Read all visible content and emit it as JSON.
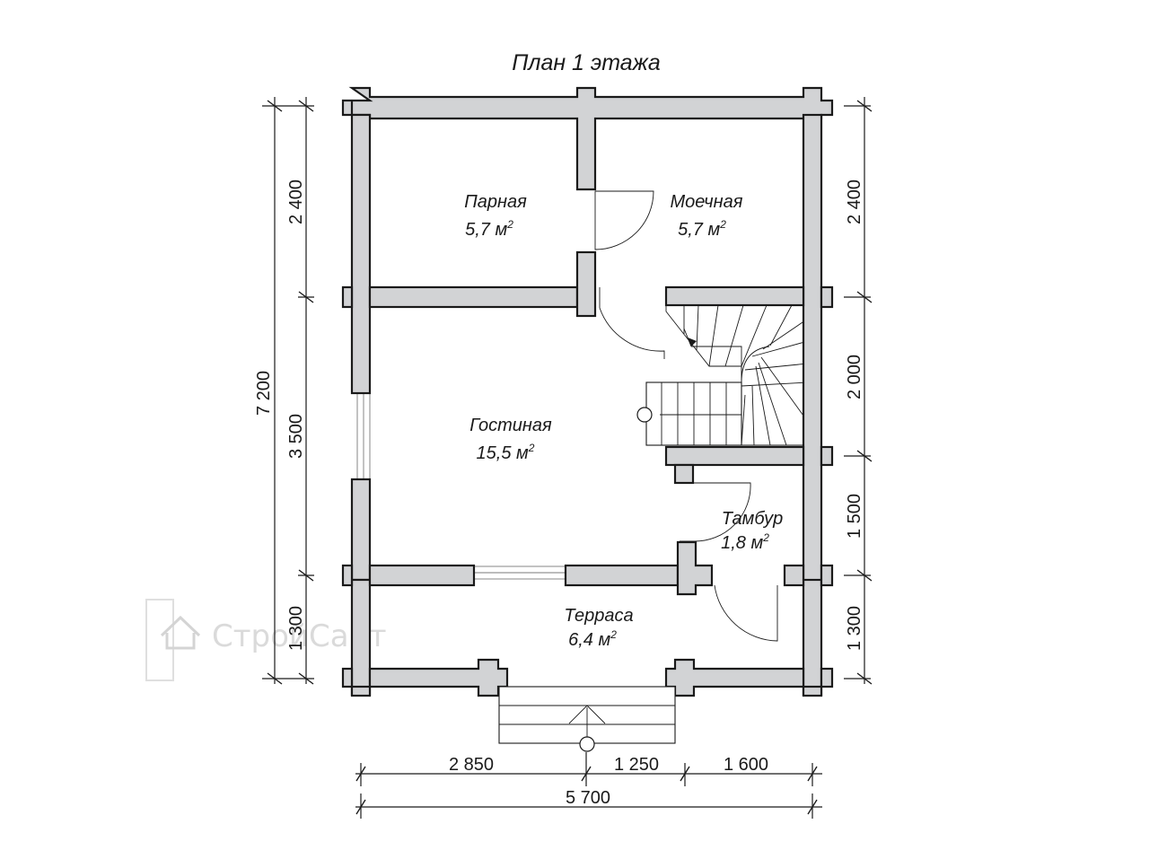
{
  "plan": {
    "title": "План 1 этажа",
    "sq_unit": "м",
    "sq_exp": "2"
  },
  "rooms": [
    {
      "name": "Парная",
      "area": "5,7"
    },
    {
      "name": "Моечная",
      "area": "5,7"
    },
    {
      "name": "Гостиная",
      "area": "15,5"
    },
    {
      "name": "Тамбур",
      "area": "1,8"
    },
    {
      "name": "Терраса",
      "area": "6,4"
    }
  ],
  "dimensions": {
    "left_total": "7 200",
    "left_parts": [
      "2 400",
      "3 500",
      "1 300"
    ],
    "right_parts": [
      "2 400",
      "2 000",
      "1 500",
      "1 300"
    ],
    "bottom_parts": [
      "2 850",
      "1 250",
      "1 600"
    ],
    "bottom_total": "5 700"
  },
  "watermark": {
    "text": "СтройСайт"
  },
  "colors": {
    "wall_fill": "#d2d3d5",
    "line": "#1a1a1a"
  }
}
